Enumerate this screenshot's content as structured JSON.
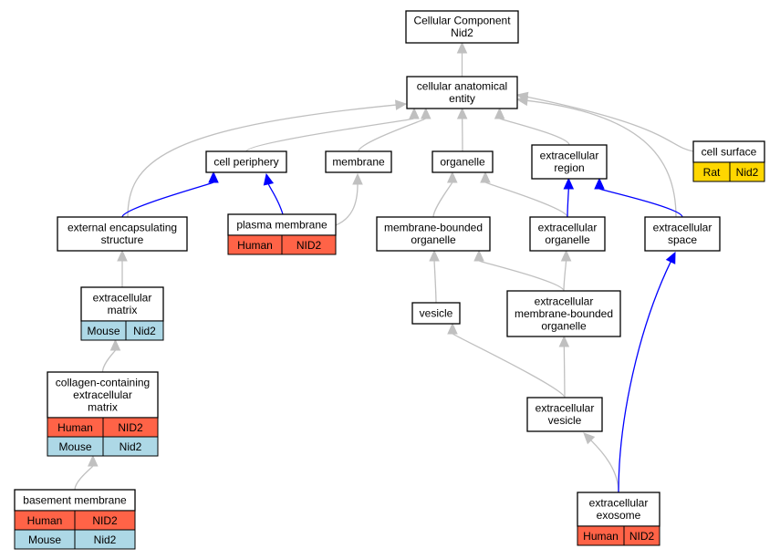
{
  "colors": {
    "is_a": "#c0c0c0",
    "part_of": "#0000ff",
    "human": "#ff6347",
    "mouse": "#add8e6",
    "rat": "#ffd700"
  },
  "nodes": {
    "root": {
      "lines": [
        "Cellular Component",
        "Nid2"
      ]
    },
    "cae": {
      "lines": [
        "cellular anatomical",
        "entity"
      ]
    },
    "cell_periphery": {
      "lines": [
        "cell periphery"
      ]
    },
    "membrane": {
      "lines": [
        "membrane"
      ]
    },
    "organelle": {
      "lines": [
        "organelle"
      ]
    },
    "extracellular_region": {
      "lines": [
        "extracellular",
        "region"
      ]
    },
    "cell_surface": {
      "lines": [
        "cell surface"
      ],
      "annotations": [
        [
          "Rat",
          "Nid2"
        ]
      ]
    },
    "external_encapsulating": {
      "lines": [
        "external encapsulating",
        "structure"
      ]
    },
    "plasma_membrane": {
      "lines": [
        "plasma membrane"
      ],
      "annotations": [
        [
          "Human",
          "NID2"
        ]
      ]
    },
    "membrane_bounded_organelle": {
      "lines": [
        "membrane-bounded",
        "organelle"
      ]
    },
    "extracellular_organelle": {
      "lines": [
        "extracellular",
        "organelle"
      ]
    },
    "extracellular_space": {
      "lines": [
        "extracellular",
        "space"
      ]
    },
    "extracellular_matrix": {
      "lines": [
        "extracellular",
        "matrix"
      ],
      "annotations": [
        [
          "Mouse",
          "Nid2"
        ]
      ]
    },
    "vesicle": {
      "lines": [
        "vesicle"
      ]
    },
    "ec_mbo": {
      "lines": [
        "extracellular",
        "membrane-bounded",
        "organelle"
      ]
    },
    "collagen_ecm": {
      "lines": [
        "collagen-containing",
        "extracellular",
        "matrix"
      ],
      "annotations": [
        [
          "Human",
          "NID2"
        ],
        [
          "Mouse",
          "Nid2"
        ]
      ]
    },
    "ec_vesicle": {
      "lines": [
        "extracellular",
        "vesicle"
      ]
    },
    "basement_membrane": {
      "lines": [
        "basement membrane"
      ],
      "annotations": [
        [
          "Human",
          "NID2"
        ],
        [
          "Mouse",
          "Nid2"
        ]
      ]
    },
    "ec_exosome": {
      "lines": [
        "extracellular",
        "exosome"
      ],
      "annotations": [
        [
          "Human",
          "NID2"
        ]
      ]
    }
  },
  "edges": [
    {
      "from": "cae",
      "to": "root",
      "type": "is_a"
    },
    {
      "from": "cell_periphery",
      "to": "cae",
      "type": "is_a"
    },
    {
      "from": "membrane",
      "to": "cae",
      "type": "is_a"
    },
    {
      "from": "organelle",
      "to": "cae",
      "type": "is_a"
    },
    {
      "from": "extracellular_region",
      "to": "cae",
      "type": "is_a"
    },
    {
      "from": "cell_surface",
      "to": "cae",
      "type": "is_a"
    },
    {
      "from": "external_encapsulating",
      "to": "cae",
      "type": "is_a"
    },
    {
      "from": "extracellular_space",
      "to": "cae",
      "type": "is_a"
    },
    {
      "from": "external_encapsulating",
      "to": "cell_periphery",
      "type": "part_of"
    },
    {
      "from": "plasma_membrane",
      "to": "cell_periphery",
      "type": "part_of"
    },
    {
      "from": "plasma_membrane",
      "to": "membrane",
      "type": "is_a"
    },
    {
      "from": "membrane_bounded_organelle",
      "to": "organelle",
      "type": "is_a"
    },
    {
      "from": "extracellular_organelle",
      "to": "organelle",
      "type": "is_a"
    },
    {
      "from": "extracellular_organelle",
      "to": "extracellular_region",
      "type": "part_of"
    },
    {
      "from": "extracellular_space",
      "to": "extracellular_region",
      "type": "part_of"
    },
    {
      "from": "extracellular_matrix",
      "to": "external_encapsulating",
      "type": "is_a"
    },
    {
      "from": "vesicle",
      "to": "membrane_bounded_organelle",
      "type": "is_a"
    },
    {
      "from": "ec_mbo",
      "to": "membrane_bounded_organelle",
      "type": "is_a"
    },
    {
      "from": "ec_mbo",
      "to": "extracellular_organelle",
      "type": "is_a"
    },
    {
      "from": "collagen_ecm",
      "to": "extracellular_matrix",
      "type": "is_a"
    },
    {
      "from": "ec_vesicle",
      "to": "vesicle",
      "type": "is_a"
    },
    {
      "from": "ec_vesicle",
      "to": "ec_mbo",
      "type": "is_a"
    },
    {
      "from": "basement_membrane",
      "to": "collagen_ecm",
      "type": "is_a"
    },
    {
      "from": "ec_exosome",
      "to": "ec_vesicle",
      "type": "is_a"
    },
    {
      "from": "ec_exosome",
      "to": "extracellular_space",
      "type": "part_of"
    }
  ]
}
